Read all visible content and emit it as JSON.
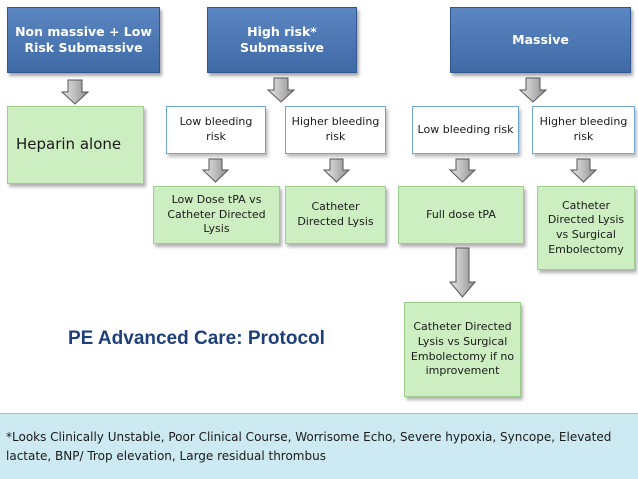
{
  "categories": {
    "non_massive": "Non massive + Low Risk Submassive",
    "high_risk": "High risk* Submassive",
    "massive": "Massive"
  },
  "bleeding": {
    "low_1": "Low bleeding risk",
    "higher_1": "Higher bleeding risk",
    "low_2": "Low bleeding risk",
    "higher_2": "Higher bleeding risk"
  },
  "treatments": {
    "heparin": "Heparin alone",
    "low_dose_tpa": "Low Dose tPA vs Catheter Directed Lysis",
    "catheter_lysis": "Catheter Directed Lysis",
    "full_dose_tpa": "Full dose tPA",
    "catheter_vs_surgical": "Catheter Directed Lysis vs Surgical Embolectomy",
    "if_no_improvement": "Catheter Directed Lysis vs Surgical Embolectomy if no improvement"
  },
  "title": "PE Advanced Care: Protocol",
  "footnote": "*Looks Clinically Unstable, Poor Clinical Course, Worrisome Echo, Severe hypoxia, Syncope, Elevated lactate, BNP/ Trop elevation, Large residual thrombus",
  "colors": {
    "category_fill": "#4a76b4",
    "treatment_fill": "#cdeec0",
    "bleeding_border": "#6fa6d8",
    "footnote_fill": "#cdeaf2",
    "arrow_fill": "#bfbfbf",
    "title_color": "#1f3f7a"
  }
}
